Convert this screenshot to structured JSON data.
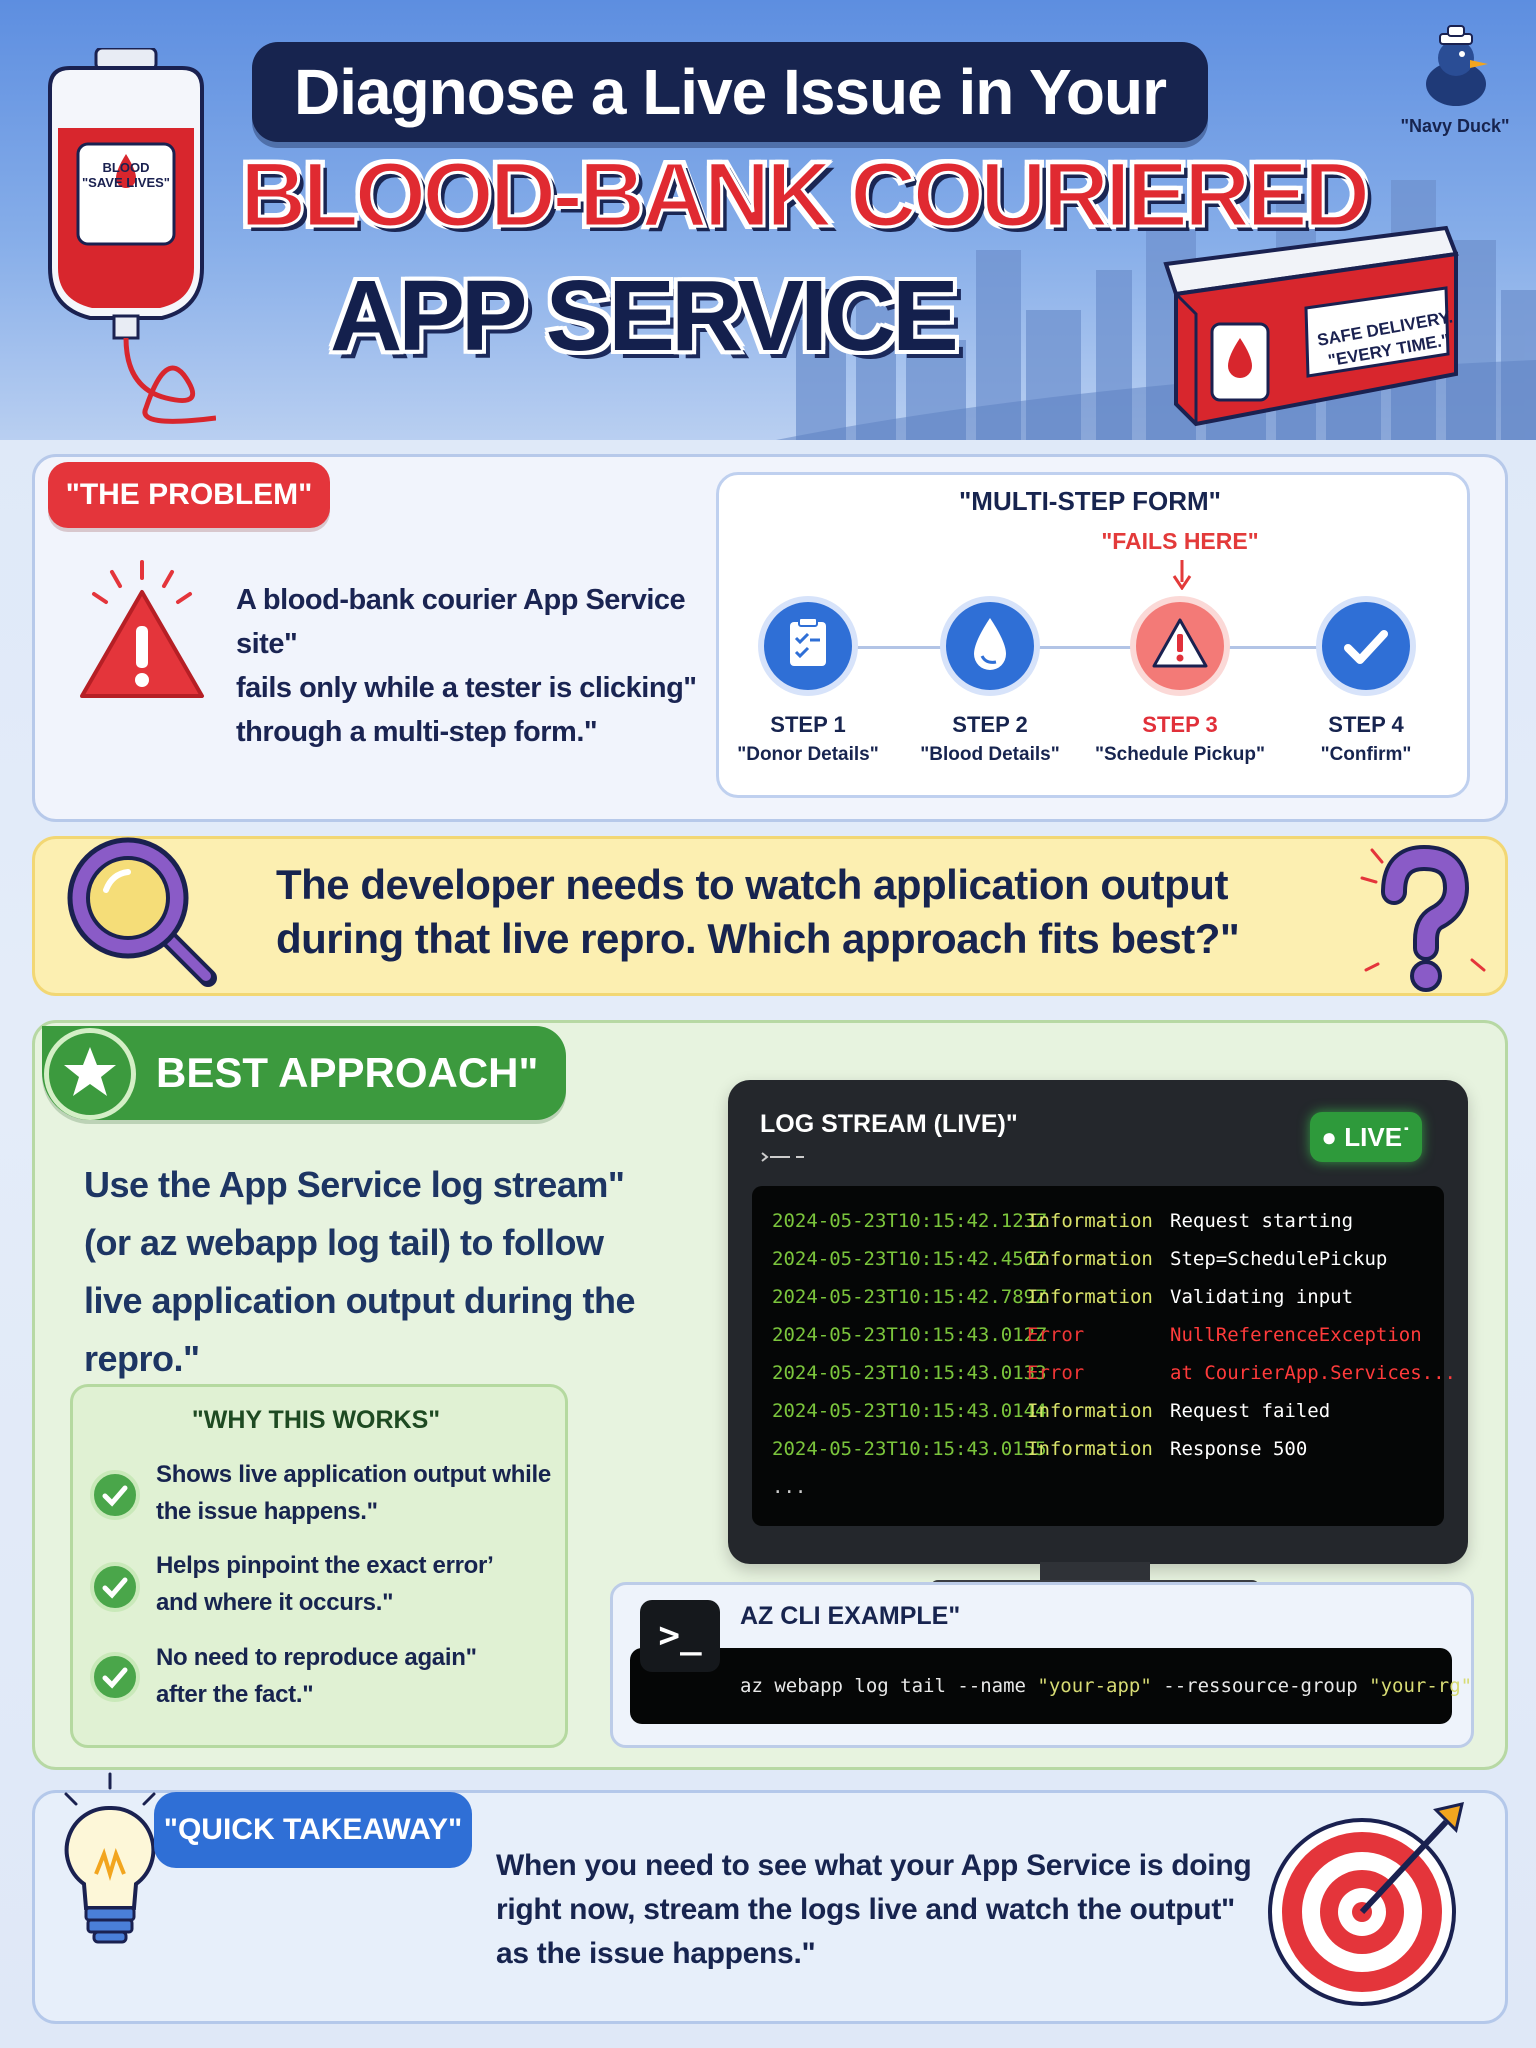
{
  "header": {
    "title_line1": "Diagnose a Live Issue in Your",
    "title_line2": "BLOOD-BANK COURIERED",
    "title_line3": "APP SERVICE",
    "blood_bag_label_line1": "BLOOD",
    "blood_bag_label_line2": "\"SAVE LIVES\"",
    "mascot_caption": "\"Navy Duck\"",
    "cooler_label_line1": "SAFE DELIVERY.",
    "cooler_label_line2": "\"EVERY TIME.\""
  },
  "problem": {
    "badge": "\"THE PROBLEM\"",
    "text_line1": "A blood-bank courier App Service site\"",
    "text_line2": "fails only while a tester is clicking\"",
    "text_line3": "through a multi-step form.\"",
    "form_title": "\"MULTI-STEP FORM\"",
    "fails_label": "\"FAILS HERE\"",
    "steps": [
      {
        "label": "STEP 1",
        "sub": "\"Donor Details\""
      },
      {
        "label": "STEP 2",
        "sub": "\"Blood Details\""
      },
      {
        "label": "STEP 3",
        "sub": "\"Schedule Pickup\""
      },
      {
        "label": "STEP 4",
        "sub": "\"Confirm\""
      }
    ]
  },
  "question": {
    "line1": "The developer needs to watch application output",
    "line2": "during that live repro. Which approach fits best?\""
  },
  "best": {
    "badge": "BEST APPROACH\"",
    "text_line1": "Use the App Service log stream\"",
    "text_line2": "(or az webapp log tail) to follow",
    "text_line3": "live application output during the repro.\"",
    "why_title": "\"WHY THIS WORKS\"",
    "why_items": [
      {
        "line1": "Shows live application output while",
        "line2": "the issue happens.\""
      },
      {
        "line1": "Helps pinpoint the exact errorʼ",
        "line2": "and where it occurs.\""
      },
      {
        "line1": "No need to reproduce againʺ",
        "line2": "after the fact.\""
      }
    ]
  },
  "log_stream": {
    "title": "LOG STREAM (LIVE)\"",
    "live_badge": "LIVE˙",
    "rows": [
      {
        "ts": "2024-05-23T10:15:42.123Z",
        "level": "Information",
        "msg": "Request starting"
      },
      {
        "ts": "2024-05-23T10:15:42.456Z",
        "level": "Information",
        "msg": "Step=SchedulePickup"
      },
      {
        "ts": "2024-05-23T10:15:42.789Z",
        "level": "Information",
        "msg": "Validating input"
      },
      {
        "ts": "2024-05-23T10:15:43.012Z",
        "level": "Error",
        "msg": "NullReferenceException"
      },
      {
        "ts": "2024-05-23T10:15:43.0133",
        "level": "Error",
        "msg": "at CourierApp.Services..."
      },
      {
        "ts": "2024-05-23T10:15:43.0144",
        "level": "Information",
        "msg": "Request failed"
      },
      {
        "ts": "2024-05-23T10:15:43.0155",
        "level": "Information",
        "msg": "Response 500"
      }
    ],
    "ellipsis": "..."
  },
  "cli": {
    "icon_text": ">_",
    "title": "AZ CLI EXAMPLE\"",
    "cmd_prefix": "az webapp log tail --name ",
    "cmd_name": "\"your-app\"",
    "cmd_mid": " --ressource-group ",
    "cmd_group": "\"your-rg\""
  },
  "takeaway": {
    "badge": "\"QUICK TAKEAWAY\"",
    "line1": "When you need to see what your App Service is doing",
    "line2": "right now, stream the logs live and watch the outputʺ",
    "line3": "as the issue happens.\""
  },
  "colors": {
    "navy": "#17244f",
    "red": "#e4353b",
    "green": "#3c9a3e",
    "blue": "#2f6fd6",
    "yellow_panel": "#fcefb1"
  }
}
